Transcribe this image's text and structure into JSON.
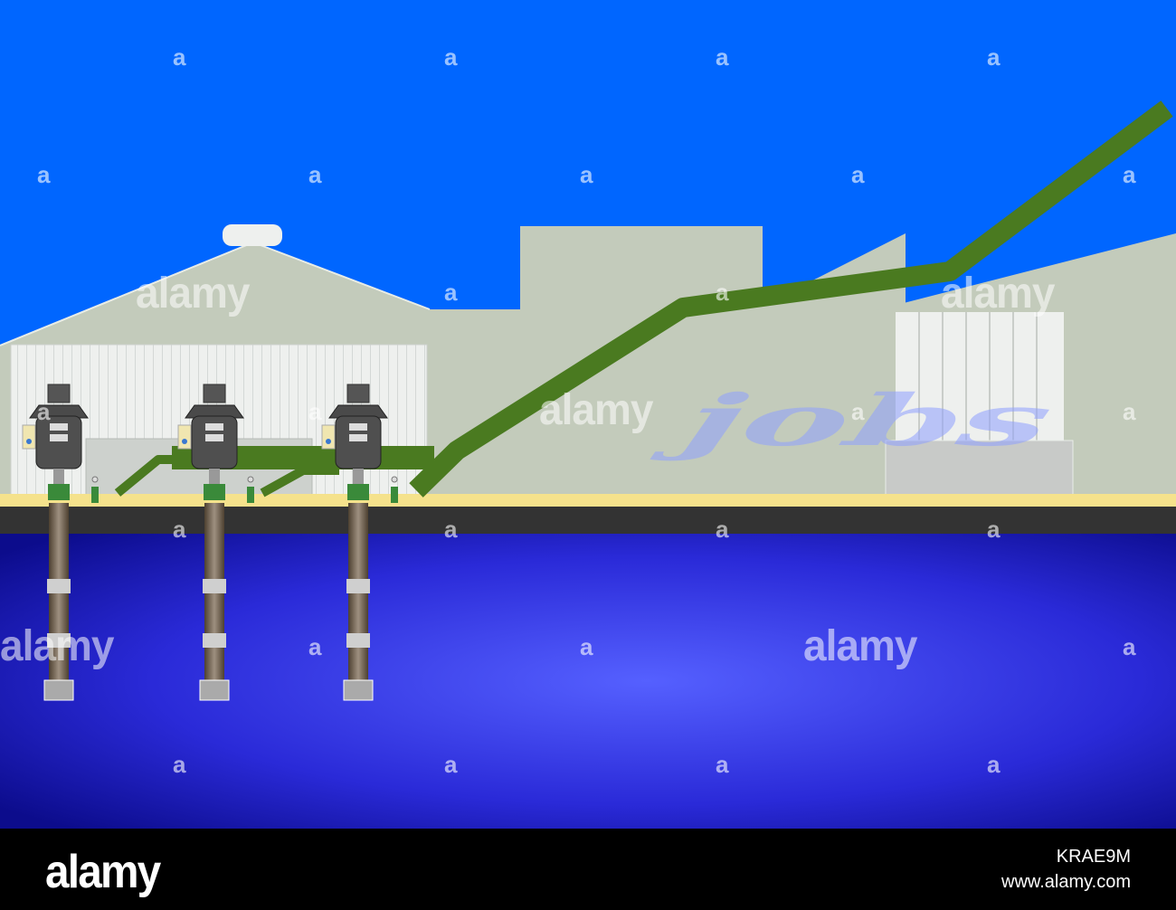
{
  "scene": {
    "shadow_word": "jobs",
    "colors": {
      "sky": "#0066ff",
      "building": "#c3cbbb",
      "pipe": "#4a7a20",
      "ground_strip": "#f5e28c",
      "road": "#333333",
      "water_edge": "#0a0a8a",
      "water_center": "#4a55f0"
    },
    "icons": [
      "pump-motor-icon",
      "well-casing-icon",
      "control-panel-icon",
      "valve-icon"
    ]
  },
  "watermark": {
    "letter": "a",
    "brand": "alamy"
  },
  "footer": {
    "logo": "alamy",
    "image_id": "KRAE9M",
    "url": "www.alamy.com"
  }
}
